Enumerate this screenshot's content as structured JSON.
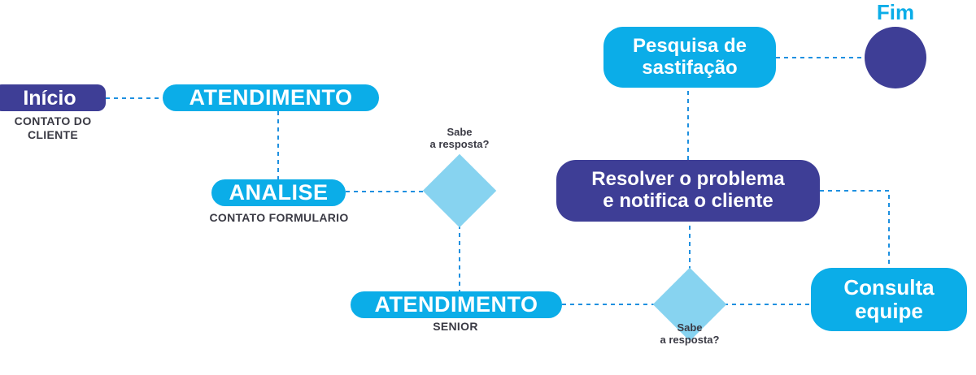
{
  "diagram": {
    "title": "Fluxograma de Atendimento",
    "colors": {
      "cyan": "#0BADE8",
      "purple": "#3E3E96",
      "diamond": "#87D3F0",
      "edge": "#1E90E0",
      "caption": "#3A3A44",
      "background": "#FFFFFF"
    },
    "nodes": [
      {
        "id": "inicio",
        "label": "Início",
        "shape": "rounded-rect",
        "color": "#3E3E96",
        "caption": "CONTATO DO\nCLIENTE"
      },
      {
        "id": "atendimento1",
        "label": "ATENDIMENTO",
        "shape": "pill",
        "color": "#0BADE8",
        "caption": ""
      },
      {
        "id": "analise",
        "label": "ANALISE",
        "shape": "pill",
        "color": "#0BADE8",
        "caption": "CONTATO FORMULARIO"
      },
      {
        "id": "decisao1",
        "label": "",
        "shape": "diamond",
        "color": "#87D3F0",
        "caption": "Sabe\na resposta?"
      },
      {
        "id": "atendimento2",
        "label": "ATENDIMENTO",
        "shape": "pill",
        "color": "#0BADE8",
        "caption": "SENIOR"
      },
      {
        "id": "decisao2",
        "label": "",
        "shape": "diamond",
        "color": "#87D3F0",
        "caption": "Sabe\na resposta?"
      },
      {
        "id": "consulta",
        "label": "Consulta\nequipe",
        "shape": "rounded-rect",
        "color": "#0BADE8",
        "caption": ""
      },
      {
        "id": "resolver",
        "label": "Resolver o problema\ne notifica o cliente",
        "shape": "rounded-rect",
        "color": "#3E3E96",
        "caption": ""
      },
      {
        "id": "pesquisa",
        "label": "Pesquisa de\nsastifação",
        "shape": "rounded-rect",
        "color": "#0BADE8",
        "caption": ""
      },
      {
        "id": "fim",
        "label": "Fim",
        "shape": "circle",
        "color": "#3E3E96",
        "caption": ""
      }
    ],
    "edges": [
      {
        "from": "inicio",
        "to": "atendimento1",
        "style": "dashed"
      },
      {
        "from": "atendimento1",
        "to": "analise",
        "style": "dashed"
      },
      {
        "from": "analise",
        "to": "decisao1",
        "style": "dashed"
      },
      {
        "from": "decisao1",
        "to": "atendimento2",
        "style": "dashed"
      },
      {
        "from": "atendimento2",
        "to": "decisao2",
        "style": "dashed"
      },
      {
        "from": "decisao2",
        "to": "resolver",
        "style": "dashed"
      },
      {
        "from": "decisao2",
        "to": "consulta",
        "style": "dashed"
      },
      {
        "from": "resolver",
        "to": "consulta",
        "style": "dashed"
      },
      {
        "from": "resolver",
        "to": "pesquisa",
        "style": "dashed"
      },
      {
        "from": "pesquisa",
        "to": "fim",
        "style": "dashed"
      }
    ],
    "labels": {
      "inicio": "Início",
      "inicio_caption": "CONTATO DO\nCLIENTE",
      "atendimento_1": "ATENDIMENTO",
      "analise": "ANALISE",
      "analise_caption": "CONTATO FORMULARIO",
      "atendimento_2": "ATENDIMENTO",
      "atendimento_2_caption": "SENIOR",
      "decisao_1_caption": "Sabe\na resposta?",
      "decisao_2_caption": "Sabe\na resposta?",
      "resolver": "Resolver o problema\ne notifica o cliente",
      "pesquisa": "Pesquisa de\nsastifação",
      "consulta": "Consulta\nequipe",
      "fim": "Fim"
    }
  }
}
